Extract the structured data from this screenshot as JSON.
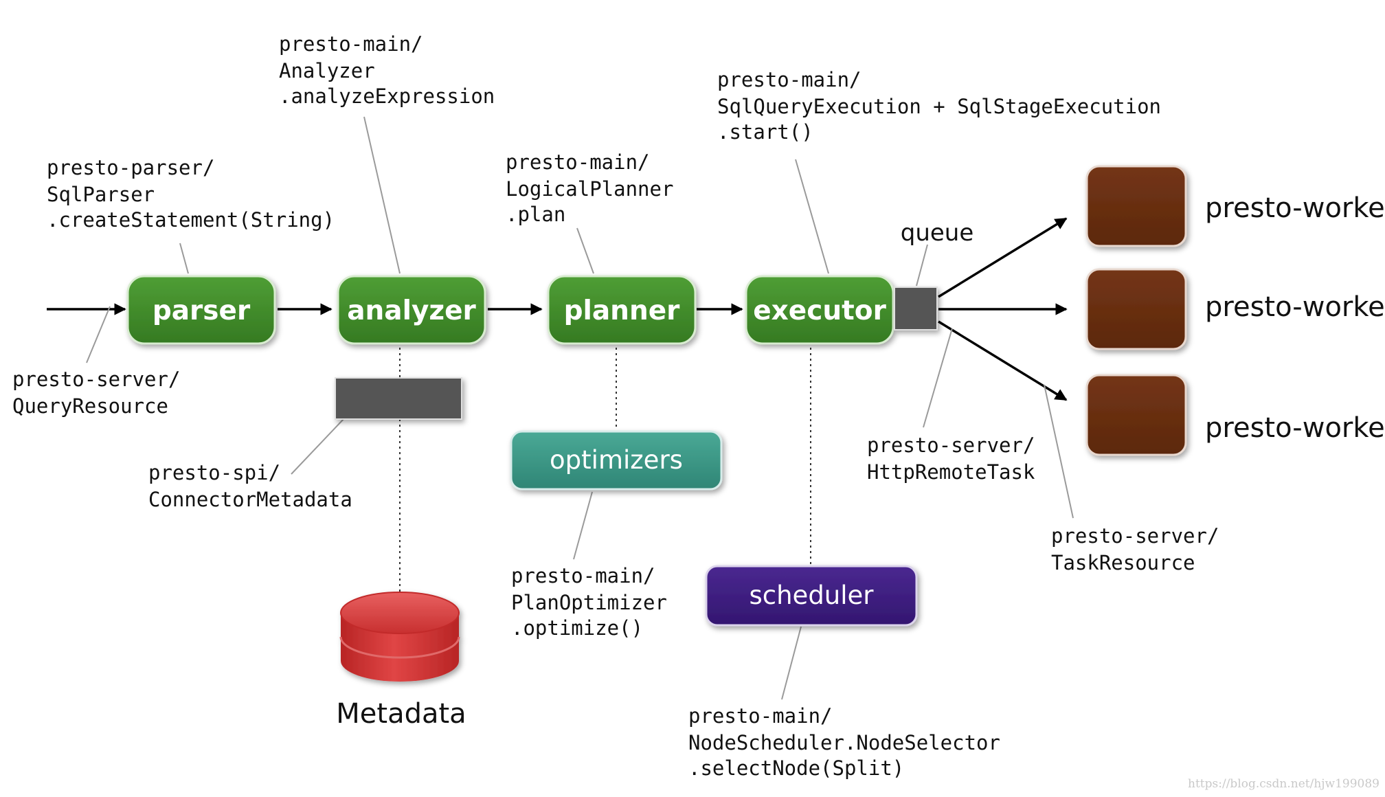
{
  "stages": {
    "parser": "parser",
    "analyzer": "analyzer",
    "planner": "planner",
    "executor": "executor",
    "optimizers": "optimizers",
    "scheduler": "scheduler"
  },
  "queue_label": "queue",
  "metadata_label": "Metadata",
  "workers": [
    "presto-worker",
    "presto-worker",
    "presto-worker"
  ],
  "annotations": {
    "query_resource": [
      "presto-server/",
      "QueryResource"
    ],
    "sql_parser": [
      "presto-parser/",
      "SqlParser",
      ".createStatement(String)"
    ],
    "analyzer": [
      "presto-main/",
      "Analyzer",
      ".analyzeExpression"
    ],
    "logical_planner": [
      "presto-main/",
      "LogicalPlanner",
      ".plan"
    ],
    "execution": [
      "presto-main/",
      "SqlQueryExecution + SqlStageExecution",
      ".start()"
    ],
    "connector_metadata": [
      "presto-spi/",
      "ConnectorMetadata"
    ],
    "plan_optimizer": [
      "presto-main/",
      "PlanOptimizer",
      ".optimize()"
    ],
    "node_scheduler": [
      "presto-main/",
      "NodeScheduler.NodeSelector",
      ".selectNode(Split)"
    ],
    "http_remote_task": [
      "presto-server/",
      "HttpRemoteTask"
    ],
    "task_resource": [
      "presto-server/",
      "TaskResource"
    ]
  },
  "watermark": "https://blog.csdn.net/hjw199089",
  "colors": {
    "stage_green": "#3f8a2a",
    "optimizers_teal": "#3f9b8a",
    "scheduler_purple": "#3f1e7e",
    "worker_brown": "#6b3012",
    "queue_gray": "#555555",
    "metadata_red": "#d63a3a"
  }
}
